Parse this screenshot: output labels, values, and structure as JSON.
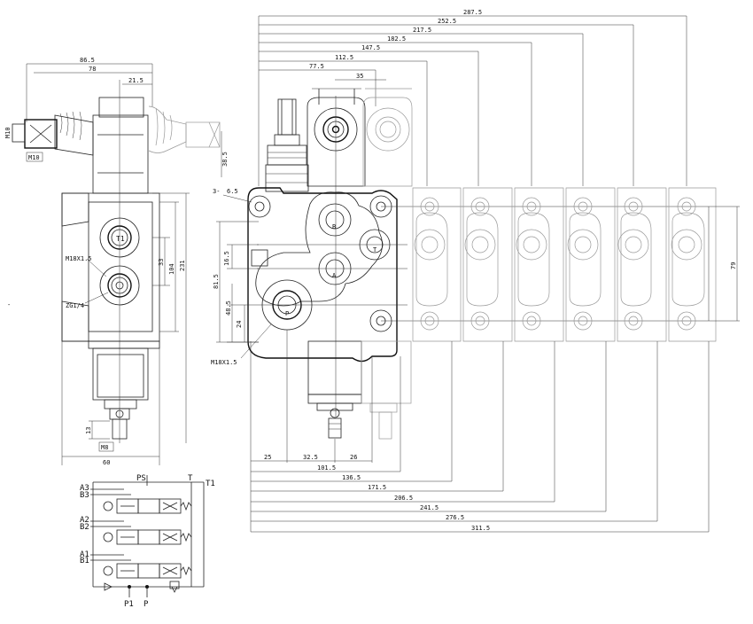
{
  "top_dimensions": [
    "287.5",
    "252.5",
    "217.5",
    "182.5",
    "147.5",
    "112.5",
    "77.5",
    "35"
  ],
  "bottom_dimensions": [
    "25",
    "32.5",
    "26",
    "101.5",
    "136.5",
    "171.5",
    "206.5",
    "241.5",
    "276.5",
    "311.5"
  ],
  "side_view": {
    "top_dims": [
      "86.5",
      "78",
      "21.5"
    ],
    "thread_left": "M10",
    "thread_left2": "M10",
    "right_dim": "38.5",
    "port_t1": "T1",
    "thread_port": "M18X1.5",
    "pipe_port": "ZG1/4",
    "vertical_dims": [
      "33",
      "104",
      "231"
    ],
    "bottom_dims": [
      "13",
      "60"
    ],
    "stud": "M8"
  },
  "front_view": {
    "hole_label": "3-",
    "hole_dim": "6.5",
    "vertical_dims": [
      "16.5",
      "81.5",
      "48.5",
      "24"
    ],
    "port_labels": [
      "B",
      "T",
      "A",
      "P"
    ],
    "thread_label": "M18X1.5",
    "right_dim": "79"
  },
  "schematic": {
    "top_labels": [
      "PS",
      "T",
      "T1"
    ],
    "side_labels": [
      "A3",
      "B3",
      "A2",
      "B2",
      "A1",
      "B1"
    ],
    "bottom_labels": [
      "P1",
      "P"
    ]
  }
}
